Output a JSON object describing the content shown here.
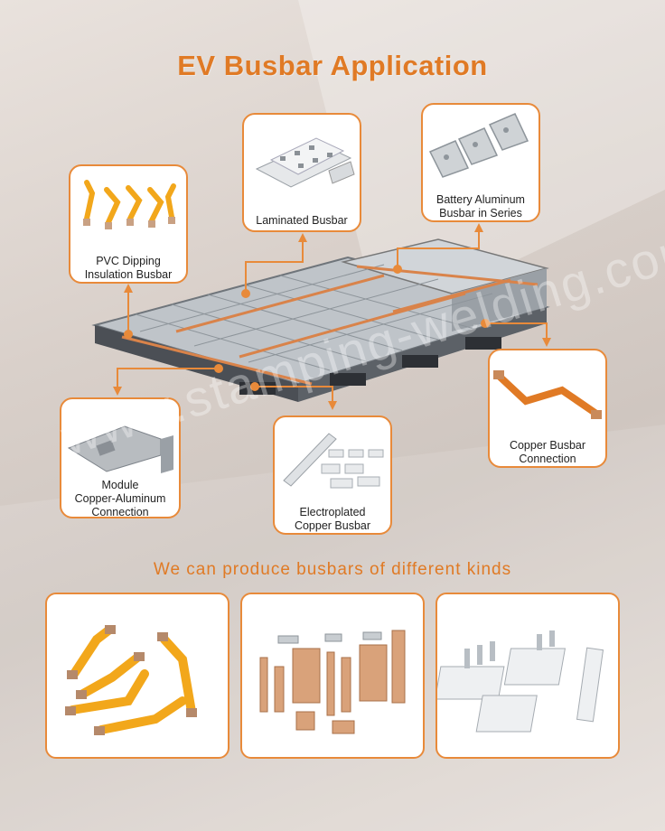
{
  "title": "EV Busbar Application",
  "subtitle": "We can produce busbars of different kinds",
  "watermark": "www.stamping-welding.com",
  "cards": {
    "pvc": {
      "line1": "PVC Dipping",
      "line2": "Insulation Busbar"
    },
    "laminated": {
      "line1": "Laminated Busbar"
    },
    "aluminum": {
      "line1": "Battery Aluminum",
      "line2": "Busbar in Series"
    },
    "module": {
      "line1": "Module",
      "line2": "Copper-Aluminum",
      "line3": "Connection"
    },
    "electroplated": {
      "line1": "Electroplated",
      "line2": "Copper Busbar"
    },
    "copper": {
      "line1": "Copper Busbar",
      "line2": "Connection"
    }
  },
  "colors": {
    "accent": "#e07a25",
    "border": "#e88a3a",
    "copper": "#d9834a",
    "pvc": "#f2a71b"
  }
}
